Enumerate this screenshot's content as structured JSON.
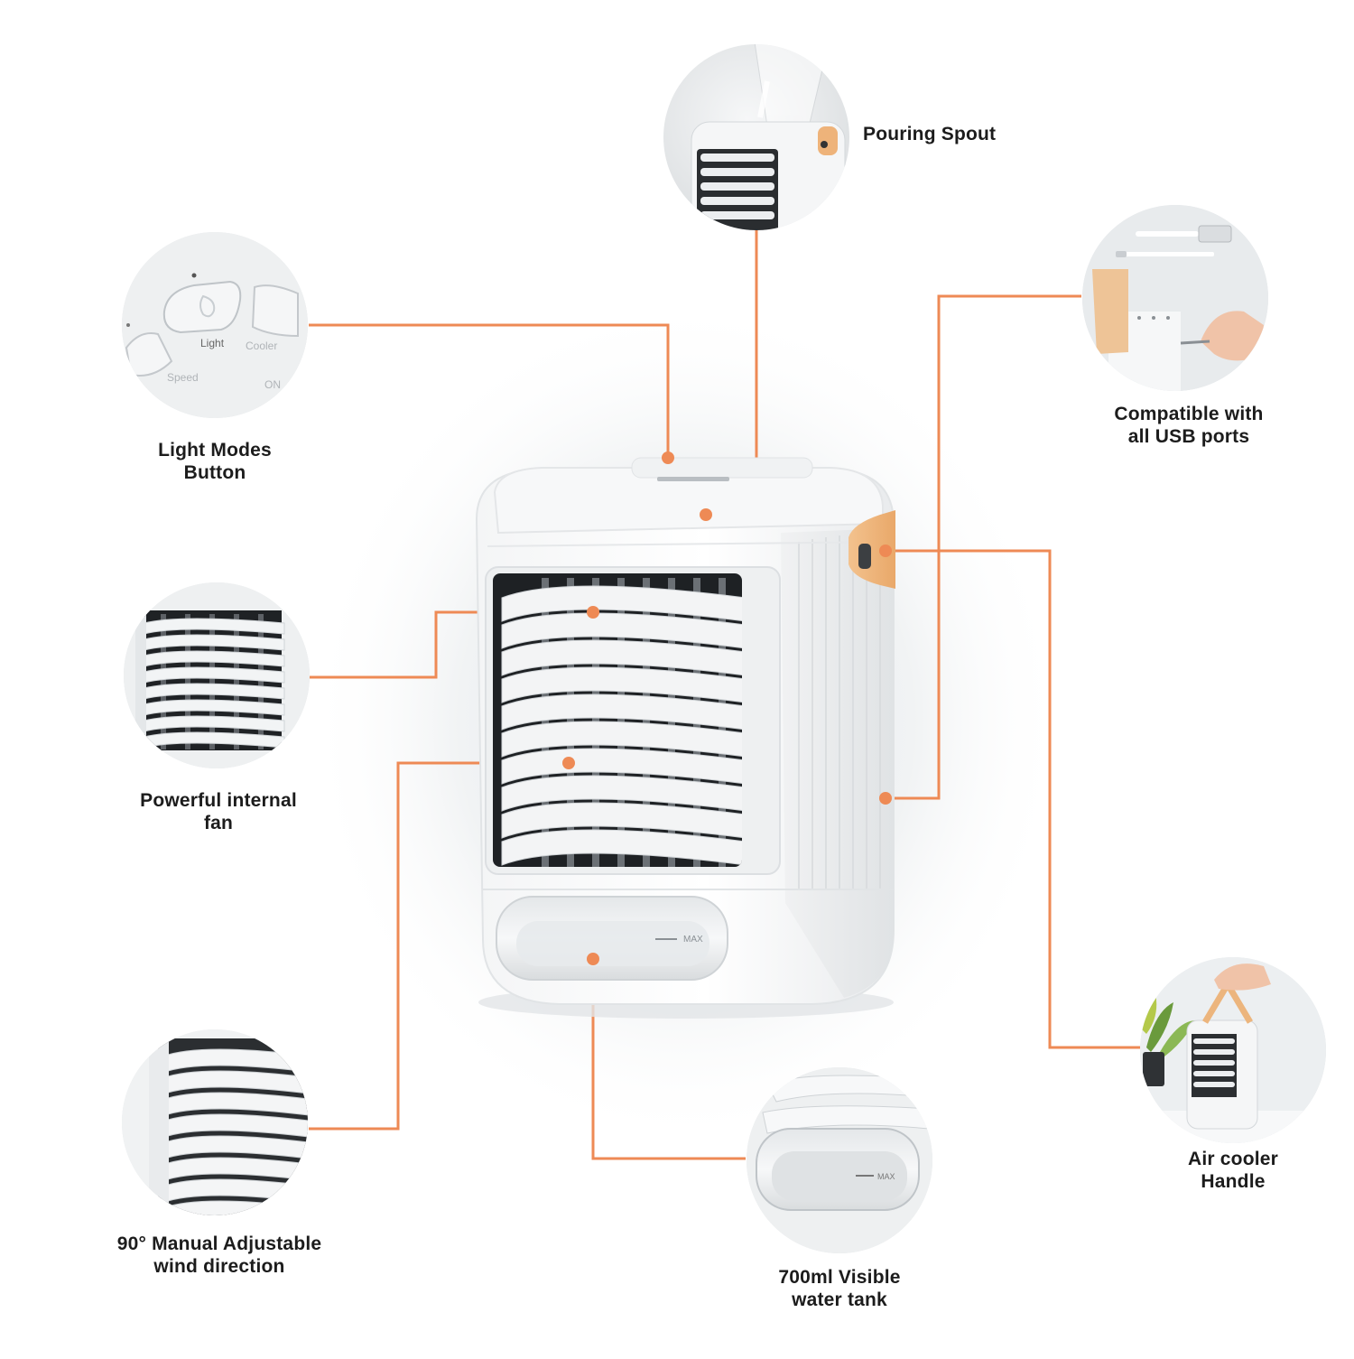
{
  "accent_color": "#ee8a55",
  "product": {
    "panel_text": [
      "Light",
      "Cooler",
      "Speed",
      "ON"
    ],
    "tank_marking": "MAX"
  },
  "features": [
    {
      "id": "pouring-spout",
      "lines": [
        "Pouring Spout"
      ],
      "icon": "water-pour-icon"
    },
    {
      "id": "light-modes-button",
      "lines": [
        "Light Modes",
        "Button"
      ],
      "icon": "light-button-icon"
    },
    {
      "id": "usb-compatible",
      "lines": [
        "Compatible with",
        "all USB ports"
      ],
      "icon": "usb-cable-icon"
    },
    {
      "id": "internal-fan",
      "lines": [
        "Powerful internal",
        "fan"
      ],
      "icon": "fan-icon"
    },
    {
      "id": "wind-direction",
      "lines": [
        "90° Manual Adjustable",
        "wind direction"
      ],
      "icon": "louver-icon"
    },
    {
      "id": "water-tank",
      "lines": [
        "700ml Visible",
        "water tank"
      ],
      "icon": "water-tank-icon"
    },
    {
      "id": "handle",
      "lines": [
        "Air cooler",
        "Handle"
      ],
      "icon": "handle-icon"
    }
  ]
}
